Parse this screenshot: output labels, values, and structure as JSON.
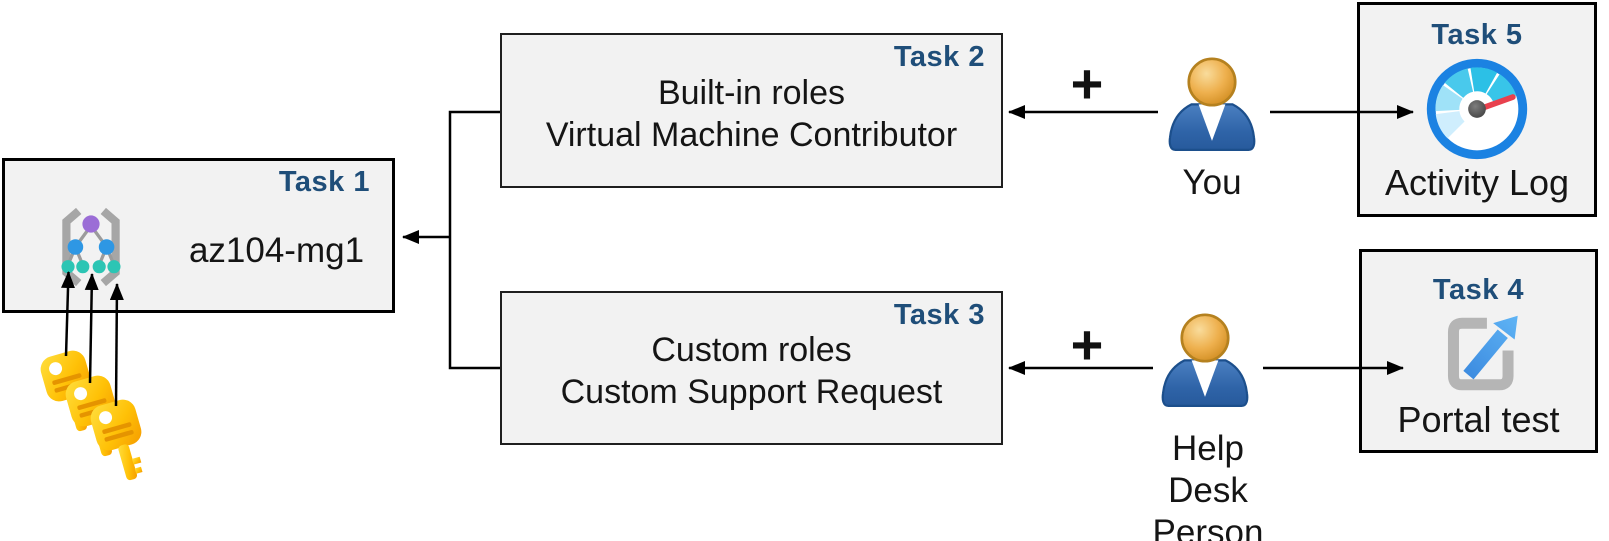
{
  "diagram": {
    "boxes": {
      "task1": {
        "label": "Task 1",
        "resource": "az104-mg1"
      },
      "task2": {
        "label": "Task 2",
        "line1": "Built-in roles",
        "line2": "Virtual Machine Contributor"
      },
      "task3": {
        "label": "Task 3",
        "line1": "Custom roles",
        "line2": "Custom Support Request"
      },
      "task4": {
        "label": "Task 4",
        "caption": "Portal test"
      },
      "task5": {
        "label": "Task 5",
        "caption": "Activity Log"
      }
    },
    "actors": {
      "you": {
        "label": "You"
      },
      "help_desk": {
        "label_line1": "Help Desk",
        "label_line2": "Person"
      }
    },
    "connectors": {
      "plus": "+"
    },
    "icons": {
      "task1_icon": "management-group-icon",
      "task1_keys": "keys-icon",
      "actor_icon": "person-icon",
      "task5_icon": "activity-log-gauge-icon",
      "task4_icon": "portal-external-link-icon"
    },
    "colors": {
      "task_label_navy": "#1f4e79",
      "box_fill": "#f2f2f2",
      "box_border": "#000000",
      "arrow_black": "#000000",
      "key_gold": "#ffc107",
      "key_gold_dark": "#f59b00",
      "person_body_blue": "#2f64a8",
      "person_head_gold": "#e8a33d",
      "mg_bracket_gray": "#a6a6a6",
      "mg_node_purple": "#9b6dd6",
      "mg_node_blue": "#2e97e4",
      "mg_node_teal": "#2cc5b4",
      "gauge_ring_blue": "#1b82e2",
      "gauge_needle_red": "#e8414e",
      "gauge_segment_light": "#cfeefd",
      "gauge_segment_cyan": "#2cc0e6",
      "portal_gray": "#b5b5b5",
      "portal_blue": "#4a9ef0"
    }
  }
}
